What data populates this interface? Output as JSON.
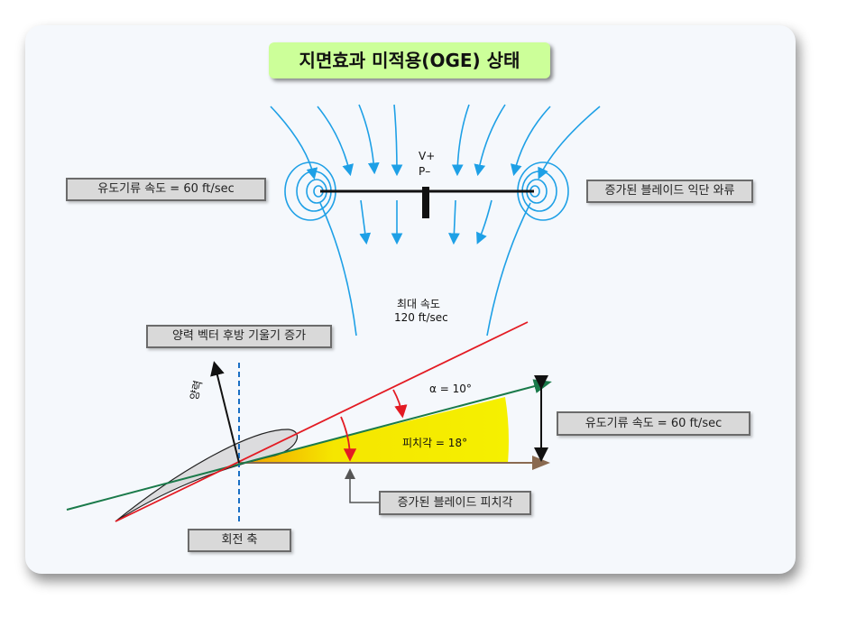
{
  "title": "지면효과 미적용(OGE) 상태",
  "labels": {
    "induced_top": "유도기류 속도 = 60 ft/sec",
    "tip_vortex": "증가된 블레이드 익단 와류",
    "lift_tilt": "양력 벡터 후방 기울기 증가",
    "induced_bottom": "유도기류 속도 = 60 ft/sec",
    "pitch_increase": "증가된 블레이드 피치각",
    "rotation_axis": "회전 축"
  },
  "annotations": {
    "v_plus": "V+",
    "p_minus": "P–",
    "max_speed": "최대 속도",
    "max_speed_value": "120 ft/sec",
    "lift": "양력",
    "alpha": "α = 10°",
    "pitch_angle": "피치각 = 18°"
  },
  "colors": {
    "flow": "#1ea0e6",
    "chord": "#e31b23",
    "relative_wind": "#1a7a4a",
    "wedge": "#f5e600",
    "title_bg": "#ccff99"
  }
}
